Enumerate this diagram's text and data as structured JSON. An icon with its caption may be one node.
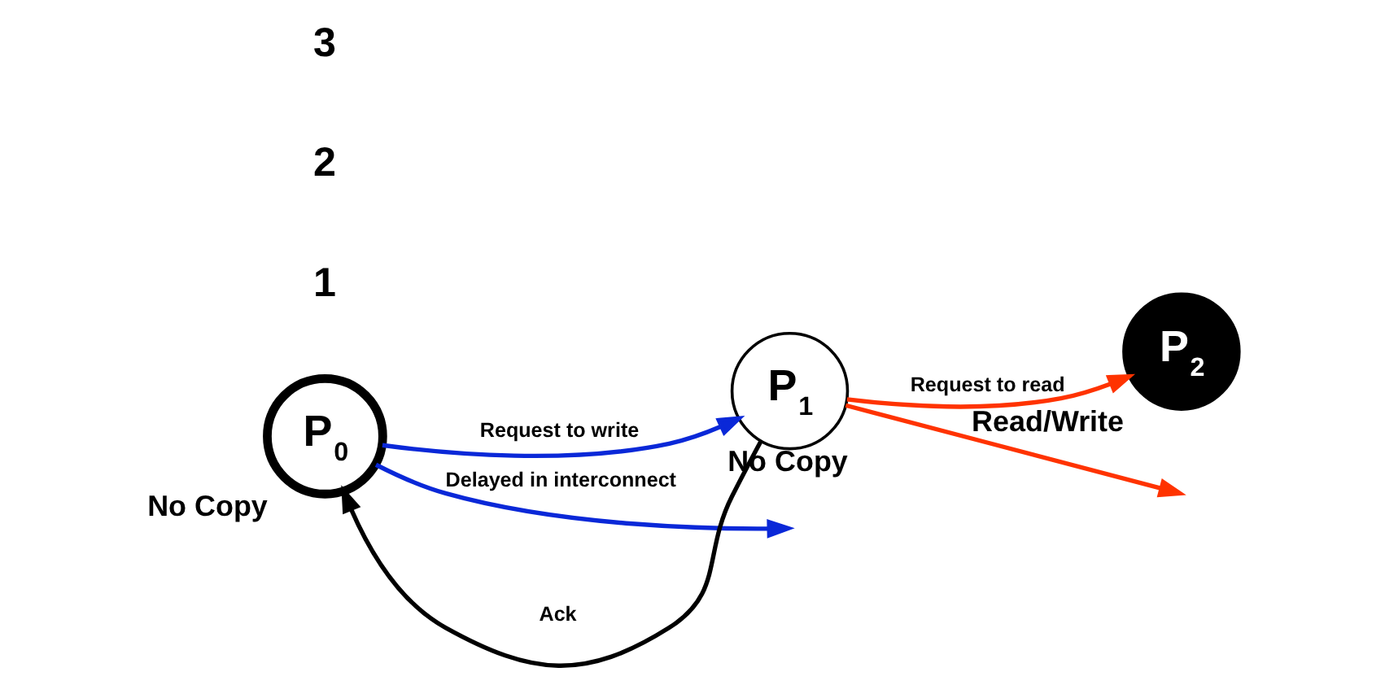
{
  "diagram": {
    "nodes": [
      {
        "text": [
          "P$_{0}$"
        ],
        "beside": [
          "No Copy"
        ]
      },
      {
        "text": [
          "P$_{1}$"
        ],
        "beside": [
          "No Copy"
        ]
      },
      {
        "text": [
          "P$_{2}$"
        ],
        "beside": [
          "Read/Write"
        ]
      }
    ],
    "edges": [
      {
        "from": 0,
        "to": 1,
        "arrow": "to",
        "label": "Request to write",
        "color": "#0a28d8"
      },
      {
        "from": 0,
        "to": null,
        "arrow": "to",
        "label": "Delayed in interconnect",
        "color": "#0a28d8"
      },
      {
        "from": 1,
        "to": 0,
        "arrow": "to",
        "label": "Ack",
        "color": "#000000"
      },
      {
        "from": 1,
        "to": 2,
        "arrow": "to",
        "label": "Request to read",
        "color": "#ff3300"
      },
      {
        "from": 1,
        "to": null,
        "arrow": "to",
        "color": "#ff3300"
      }
    ],
    "labels": [
      "1",
      "2",
      "3"
    ]
  }
}
